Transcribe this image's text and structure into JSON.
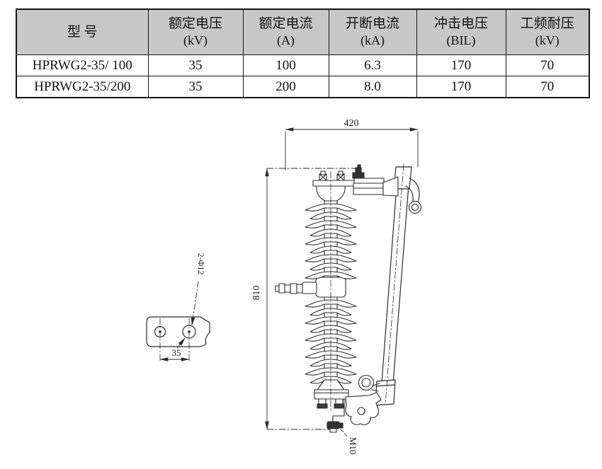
{
  "table": {
    "headers": [
      {
        "line1": "型 号",
        "line2": ""
      },
      {
        "line1": "额定电压",
        "line2": "(kV)"
      },
      {
        "line1": "额定电流",
        "line2": "(A)"
      },
      {
        "line1": "开断电流",
        "line2": "(kA)"
      },
      {
        "line1": "冲击电压",
        "line2": "(BIL)"
      },
      {
        "line1": "工频耐压",
        "line2": "(kV)"
      }
    ],
    "rows": [
      {
        "cells": [
          "HPRWG2-35/ 100",
          "35",
          "100",
          "6.3",
          "170",
          "70"
        ]
      },
      {
        "cells": [
          "HPRWG2-35/200",
          "35",
          "200",
          "8.0",
          "170",
          "70"
        ]
      }
    ]
  },
  "drawing": {
    "dim_width": "420",
    "dim_height": "810",
    "dim_hole_spacing": "35",
    "dim_holes": "2-Φ12",
    "dim_bolt": "M10"
  },
  "colors": {
    "header_bg": "#c8c8c8",
    "table_border": "#141414",
    "line_color": "#2b2b2b",
    "background": "#ffffff"
  }
}
